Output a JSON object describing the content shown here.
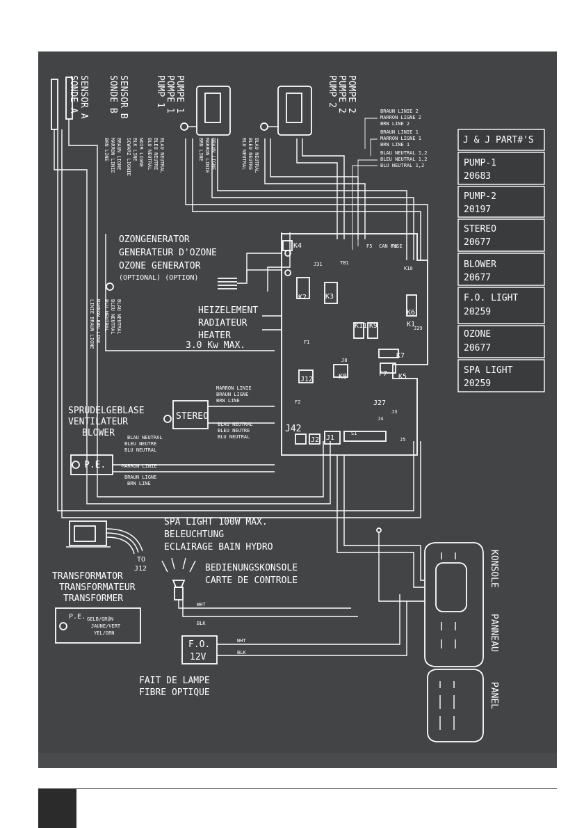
{
  "sensors": {
    "sensor_b": [
      "SENSOR B",
      "SONDE B"
    ],
    "sensor_a": [
      "SENSOR A",
      "SONDE A"
    ]
  },
  "pumps": {
    "pump1": [
      "PUMPE 1",
      "POMPE 1",
      "PUMP 1"
    ],
    "pump2": [
      "POMPE 2",
      "PUMPE 2",
      "PUMP 2"
    ]
  },
  "pump1_wires": [
    "BLAU NEUTRAL",
    "BLEU NEUTRE",
    "BLU NEUTRAL",
    "NOIR LIGNE",
    "BLK LINE",
    "SCWARZ LIGNIE",
    "BRAUN LIGNE",
    "MARRON LINIE",
    "BRN LINE"
  ],
  "pump2_wires": [
    "BLAU NEUTRAL",
    "BLEU NEUTRE",
    "BLU NEUTRAL",
    "BRAUN LIGNE",
    "MARRON LINIE",
    "BRN LINE"
  ],
  "supply_wires": [
    "BRAUN LINIE 2",
    "MARRON LIGNE 2",
    "BRN LINE 2",
    "BRAUN LINIE 1",
    "MARRON LIGNE 1",
    "BRN LINE 1",
    "BLAU NEUTRAL 1,2",
    "BLEU NEUTRAL 1,2",
    "BLU NEUTRAL 1,2"
  ],
  "ozone": {
    "lines": [
      "OZONGENERATOR",
      "GENERATEUR D'OZONE",
      "OZONE GENERATOR"
    ],
    "optional": "(OPTIONAL) (OPTION)",
    "wires": [
      "BLAU NEUTRAL",
      "BLEU NEUTRAL",
      "BLU NEUTRAL",
      "MARRON BRN LINE",
      "LINIE BRAUN LIGNE"
    ]
  },
  "heater": [
    "HEIZELEMENT",
    "RADIATEUR",
    "HEATER",
    "3.0 Kw MAX."
  ],
  "blower": {
    "lines": [
      "SPRUDELGEBLASE",
      "VENTILATEUR",
      "BLOWER"
    ],
    "wires": [
      "BLAU NEUTRAL",
      "BLEU NEUTRE",
      "BLU NEUTRAL"
    ]
  },
  "stereo": {
    "label": "STEREO",
    "top_wires": [
      "MARRON LINIE",
      "BRAUN LIGNE",
      "BRN LINE"
    ],
    "bottom_wires": [
      "BLAU NEUTRAL",
      "BLEU NEUTRE",
      "BLU NEUTRAL"
    ]
  },
  "pe_box": {
    "label": "P.E.",
    "wires": [
      "MARRON LINIE",
      "BRAUN LIGNE",
      "BRN LINE"
    ]
  },
  "board_labels": [
    "K4",
    "K2",
    "K3",
    "K6",
    "K1",
    "K11",
    "K9",
    "K7",
    "K8",
    "K5",
    "K10",
    "F1",
    "F2",
    "F5",
    "F6",
    "F7",
    "J12",
    "J27",
    "J42",
    "J2",
    "J1",
    "S1",
    "J4",
    "J29",
    "J8",
    "CAN FUSE",
    "TB1",
    "J31",
    "J3",
    "J5"
  ],
  "parts": {
    "title": "J & J PART#'S",
    "rows": [
      {
        "name": "PUMP-1",
        "number": "20683"
      },
      {
        "name": "PUMP-2",
        "number": "20197"
      },
      {
        "name": "STEREO",
        "number": "20677"
      },
      {
        "name": "BLOWER",
        "number": "20677"
      },
      {
        "name": "F.O. LIGHT",
        "number": "20259"
      },
      {
        "name": "OZONE",
        "number": "20677"
      },
      {
        "name": "SPA LIGHT",
        "number": "20259"
      }
    ]
  },
  "transformer": {
    "lines": [
      "TRANSFORMATOR",
      "TRANSFORMATEUR",
      "TRANSFORMER"
    ],
    "to": [
      "TO",
      "J12"
    ],
    "pe_label": "P.E.",
    "pe_wires": [
      "GELB/GRÜN",
      "JAUNE/VERT",
      "YEL/GRN"
    ]
  },
  "spa_light": {
    "lines": [
      "SPA LIGHT  100W MAX.",
      "BELEUCHTUNG",
      "ECLAIRAGE BAIN HYDRO"
    ],
    "wires": [
      "WHT",
      "BLK"
    ]
  },
  "control": [
    "BEDIENUNGSKONSOLE",
    "CARTE DE CONTROLE"
  ],
  "fo": {
    "box": [
      "F.O.",
      "12V"
    ],
    "wires": [
      "WHT",
      "BLK"
    ],
    "lines": [
      "FAIT DE LAMPE",
      "FIBRE OPTIQUE"
    ]
  },
  "konsole": [
    "KONSOLE",
    "PANNEAU",
    "PANEL"
  ],
  "colors": {
    "panel": "#434446",
    "line": "#ffffff",
    "page": "#ffffff",
    "tab": "#2b2b2b"
  }
}
